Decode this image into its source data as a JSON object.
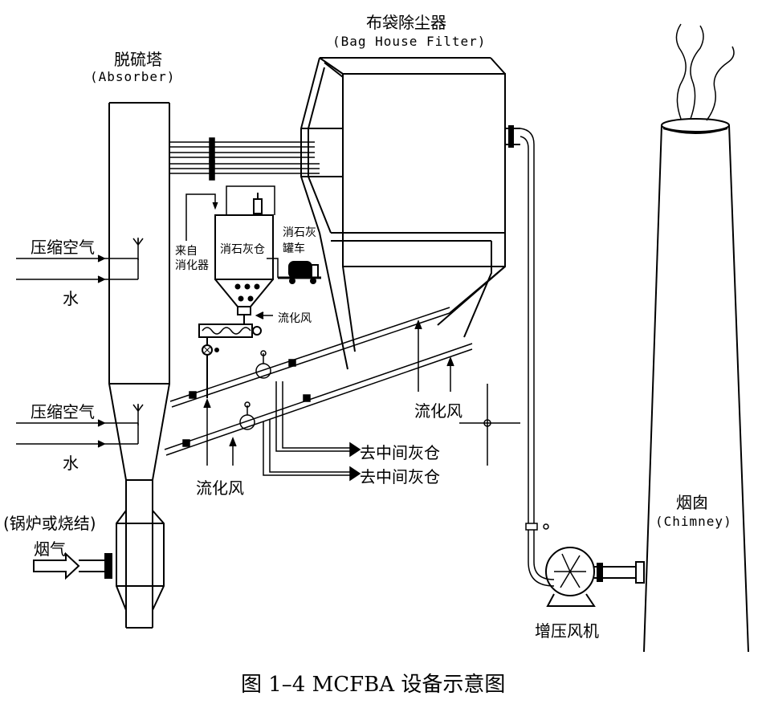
{
  "caption": "图 1–4 MCFBA 设备示意图",
  "labels": {
    "absorber_cn": "脱硫塔",
    "absorber_en": "(Absorber)",
    "bag_filter_cn": "布袋除尘器",
    "bag_filter_en": "(Bag House Filter)",
    "chimney_cn": "烟囱",
    "chimney_en": "(Chimney)",
    "compressed_air_1": "压缩空气",
    "water_1": "水",
    "compressed_air_2": "压缩空气",
    "water_2": "水",
    "boiler_source": "(锅炉或烧结)",
    "flue_gas": "烟气",
    "from_digester": "来自\n消化器",
    "lime_silo": "消石灰仓",
    "lime_tanker": "消石灰\n罐车",
    "fluid_air_small": "流化风",
    "fluid_air_right": "流化风",
    "fluid_air_bottom": "流化风",
    "to_ash_silo_1": "去中间灰仓",
    "to_ash_silo_2": "去中间灰仓",
    "booster_fan": "增压风机"
  }
}
